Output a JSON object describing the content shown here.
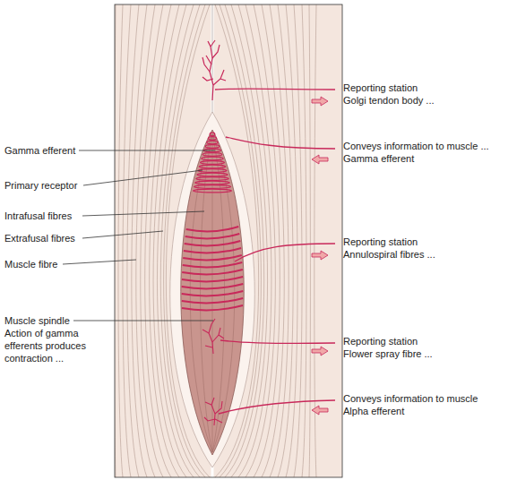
{
  "diagram": {
    "labels": [
      "Gamma efferent",
      "Primary receptor",
      "Intrafusal fibres",
      "Extrafusal fibres",
      "Muscle fibre",
      "Muscle spindle",
      "Action of gamma efferents produces contraction ...",
      "Reporting station",
      "Golgi tendon body ...",
      "Conveys information to muscle ...",
      "Gamma efferent",
      "Reporting station",
      "Annulospiral fibres ...",
      "Reporting station",
      "Flower spray fibre ...",
      "Conveys information to muscle",
      "Alpha efferent"
    ]
  }
}
